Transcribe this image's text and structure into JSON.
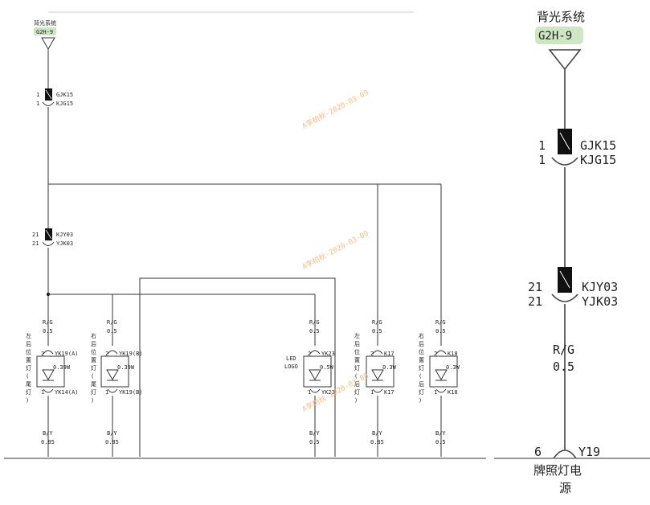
{
  "left_panel": {
    "source_name": "背光系统",
    "source_code": "G2H-9",
    "connector_1": {
      "pin": "1",
      "male": "GJK15",
      "female": "KJG15"
    },
    "connector_2": {
      "pin": "21",
      "male": "KJY03",
      "female": "YJK03"
    },
    "branches": [
      {
        "id": "b1",
        "wire_top": "R/G",
        "gauge_top": "0.5",
        "plug_top": "YK19(A)",
        "pin_top": "2",
        "power": "0.39W",
        "plug_bottom": "YK14(A)",
        "pin_bottom": "1",
        "wire_bottom": "B/Y",
        "gauge_bottom": "0.85",
        "side_label": [
          "左",
          "后",
          "位",
          "置",
          "灯",
          "(",
          "尾",
          "灯",
          ")"
        ]
      },
      {
        "id": "b2",
        "wire_top": "R/G",
        "gauge_top": "0.5",
        "plug_top": "YK19(B)",
        "pin_top": "2",
        "power": "0.39W",
        "plug_bottom": "YK19(B)",
        "pin_bottom": "1",
        "wire_bottom": "B/Y",
        "gauge_bottom": "0.85",
        "side_label": [
          "右",
          "后",
          "位",
          "置",
          "灯",
          "(",
          "尾",
          "灯",
          ")"
        ]
      },
      {
        "id": "b3",
        "wire_top": "R/G",
        "gauge_top": "0.5",
        "plug_top": "YK23",
        "pin_top": "2",
        "power": "0.5W",
        "plug_bottom": "YK23",
        "pin_bottom": "1",
        "wire_bottom": "B/Y",
        "gauge_bottom": "0.5",
        "side_label": [
          "LED",
          "LOGO"
        ]
      },
      {
        "id": "b4",
        "wire_top": "R/G",
        "gauge_top": "0.5",
        "plug_top": "K17",
        "pin_top": "2",
        "power": "0.3W",
        "plug_bottom": "K17",
        "pin_bottom": "1",
        "wire_bottom": "B/Y",
        "gauge_bottom": "0.85",
        "side_label": [
          "左",
          "后",
          "位",
          "置",
          "灯",
          "(",
          "后",
          "灯",
          ")"
        ]
      },
      {
        "id": "b5",
        "wire_top": "R/G",
        "gauge_top": "0.5",
        "plug_top": "K18",
        "pin_top": "2",
        "power": "0.3W",
        "plug_bottom": "K18",
        "pin_bottom": "1",
        "wire_bottom": "B/Y",
        "gauge_bottom": "0.5",
        "side_label": [
          "右",
          "后",
          "位",
          "置",
          "灯",
          "(",
          "后",
          "灯",
          ")"
        ]
      }
    ],
    "watermarks": [
      "A李柏秋-2020-03-09",
      "A李柏秋-2020-03-09",
      "A李柏秋-2020-03-09"
    ]
  },
  "right_panel": {
    "source_name": "背光系统",
    "source_code": "G2H-9",
    "connector_1": {
      "pin": "1",
      "male": "GJK15",
      "female": "KJG15"
    },
    "connector_2": {
      "pin": "21",
      "male": "KJY03",
      "female": "YJK03"
    },
    "wire": "R/G",
    "gauge": "0.5",
    "bottom_pin": "6",
    "bottom_plug": "Y19",
    "bottom_label_line1": "牌照灯电",
    "bottom_label_line2": "源"
  },
  "colors": {
    "source_badge": "#cfe6c4",
    "watermark": "#f2b27a",
    "line": "#333333"
  }
}
